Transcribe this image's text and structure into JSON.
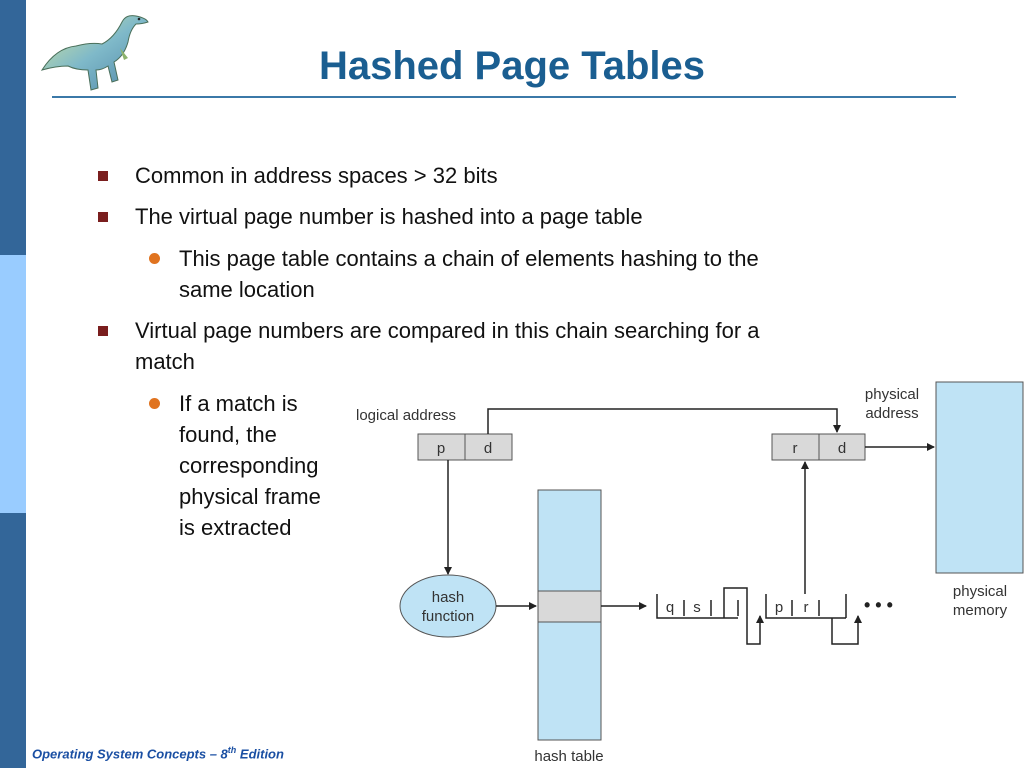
{
  "slide": {
    "title": "Hashed Page Tables",
    "bullets": [
      {
        "text": "Common in address spaces > 32 bits"
      },
      {
        "text": "The virtual page number is hashed into a page table",
        "sub": [
          "This page table contains a chain of elements hashing to the",
          "same location"
        ]
      },
      {
        "text_lines": [
          "Virtual page numbers are compared in this chain searching for a",
          "match"
        ],
        "sub": [
          "If a match is",
          "found, the",
          "corresponding",
          "physical frame",
          "is extracted"
        ]
      }
    ]
  },
  "diagram": {
    "logical_address_label": "logical address",
    "logical_cells": [
      "p",
      "d"
    ],
    "physical_address_label": [
      "physical",
      "address"
    ],
    "physical_cells": [
      "r",
      "d"
    ],
    "hash_function_label": [
      "hash",
      "function"
    ],
    "hash_table_label": "hash table",
    "chain_entries": [
      [
        "q",
        "s"
      ],
      [
        "p",
        "r"
      ]
    ],
    "ellipsis": "• • •",
    "physical_memory_label": [
      "physical",
      "memory"
    ],
    "colors": {
      "memory_fill": "#bfe3f5",
      "cell_fill": "#d9d9d9",
      "hash_fill": "#bfe3f5"
    }
  },
  "footer": {
    "text_prefix": "Operating System Concepts – 8",
    "superscript": "th",
    "text_suffix": " Edition"
  }
}
